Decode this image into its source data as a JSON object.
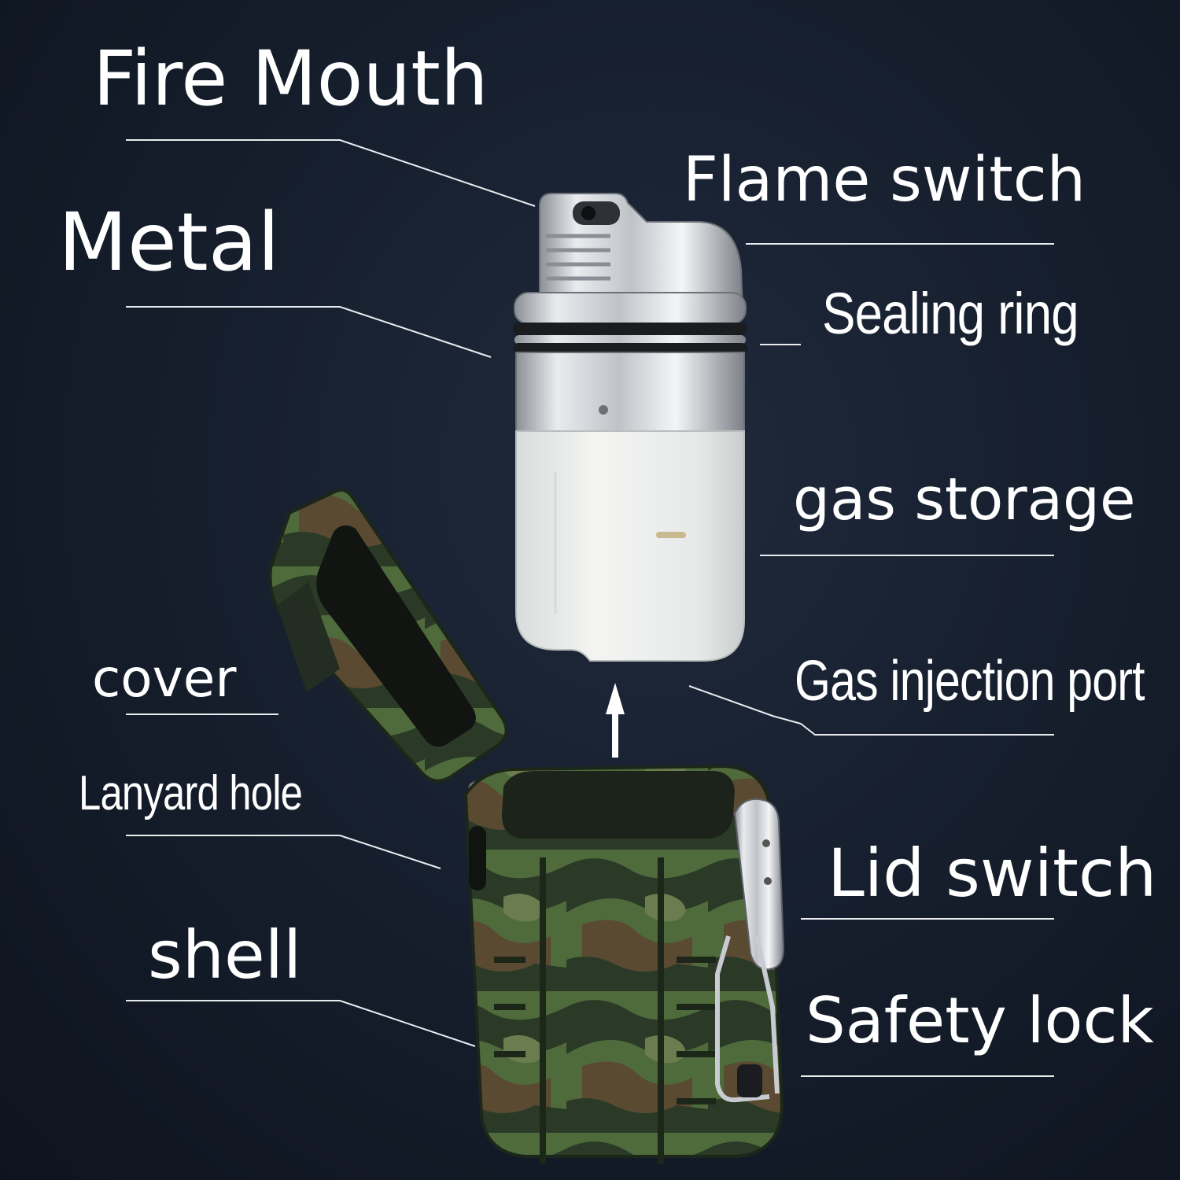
{
  "labels": {
    "fire_mouth": "Fire Mouth",
    "metal": "Metal",
    "flame_switch": "Flame switch",
    "sealing_ring": "Sealing ring",
    "gas_storage": "gas storage",
    "gas_injection_port": "Gas injection port",
    "cover": "cover",
    "lanyard_hole": "Lanyard hole",
    "lid_switch": "Lid switch",
    "shell": "shell",
    "safety_lock": "Safety lock"
  },
  "colors": {
    "background": "#151d2b",
    "text": "#ffffff",
    "leader_line": "#e9ecef",
    "metal": "#c9ccd1",
    "tank": "#ecefee",
    "camo_dark": "#2b3a27",
    "camo_mid": "#4f6b3c",
    "camo_brown": "#5a4a32"
  },
  "icons": {
    "arrow": "up-arrow-icon"
  }
}
